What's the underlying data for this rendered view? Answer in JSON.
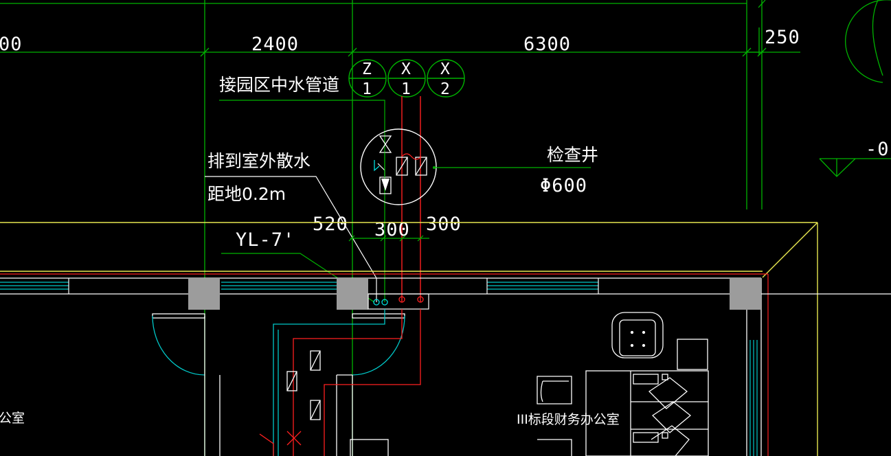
{
  "drawing": {
    "dimensions": {
      "left_partial": "00",
      "d1": "2400",
      "d2": "6300",
      "d3": "250",
      "d4": "520",
      "d5": "300",
      "d6": "300"
    },
    "bubbles": [
      {
        "top": "Z",
        "bottom": "1"
      },
      {
        "top": "X",
        "bottom": "1"
      },
      {
        "top": "X",
        "bottom": "2"
      }
    ],
    "labels": {
      "reclaimed_water": "接园区中水管道",
      "discharge_line1": "排到室外散水",
      "discharge_line2": "距地0.2m",
      "pipe_tag": "YL-7'",
      "inspection_well": "检查井",
      "well_diameter": "Φ600",
      "right_level": "-0",
      "left_room": "公室",
      "right_room": "III标段财务办公室"
    },
    "colors": {
      "background": "#000000",
      "axis_green": "#00c800",
      "wall_white": "#ffffff",
      "pipe_red": "#ff2020",
      "window_cyan": "#00e0e0",
      "outline_yellow": "#e8e850",
      "column_gray": "#9c9c9c"
    }
  }
}
